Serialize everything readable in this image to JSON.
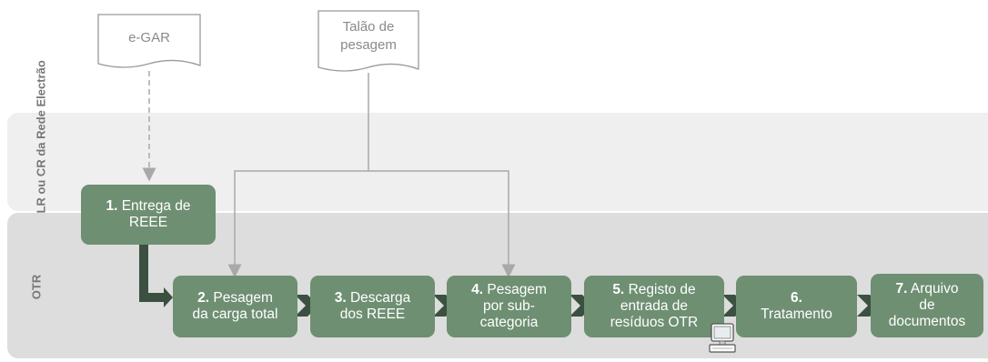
{
  "lanes": {
    "top_label": "LR ou CR da Rede Electrão",
    "bottom_label": "OTR"
  },
  "documents": [
    {
      "id": "egar",
      "label": "e-GAR"
    },
    {
      "id": "talao",
      "line1": "Talão de",
      "line2": "pesagem"
    }
  ],
  "steps": [
    {
      "num": "1.",
      "line1": "Entrega de",
      "line2": "REEE"
    },
    {
      "num": "2.",
      "line1": "Pesagem",
      "line2": "da carga total"
    },
    {
      "num": "3.",
      "line1": "Descarga",
      "line2": "dos REEE"
    },
    {
      "num": "4.",
      "line1": "Pesagem",
      "line2": "por sub-",
      "line3": "categoria"
    },
    {
      "num": "5.",
      "line1": "Registo de",
      "line2": "entrada de",
      "line3": "resíduos OTR"
    },
    {
      "num": "6.",
      "line2": "Tratamento"
    },
    {
      "num": "7.",
      "line1": "Arquivo",
      "line2": "de",
      "line3": "documentos"
    }
  ],
  "icons": {
    "computer": "computer-icon"
  },
  "colors": {
    "step_fill": "#6e8f72",
    "arrow_dark": "#3b5040",
    "connector": "#a9a9a9"
  }
}
